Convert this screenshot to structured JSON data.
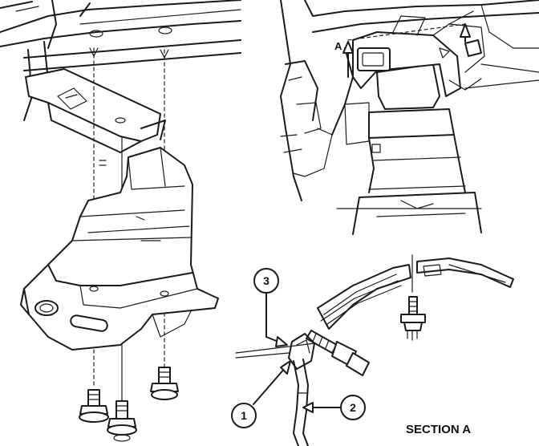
{
  "figure": {
    "section_label": "SECTION A",
    "view_marker": "A",
    "callouts": [
      {
        "id": "callout-1",
        "text": "1"
      },
      {
        "id": "callout-2",
        "text": "2"
      },
      {
        "id": "callout-3",
        "text": "3"
      }
    ]
  },
  "colors": {
    "ink": "#1a1a1a",
    "paper": "#ffffff",
    "shade": "#cfcfcf"
  }
}
